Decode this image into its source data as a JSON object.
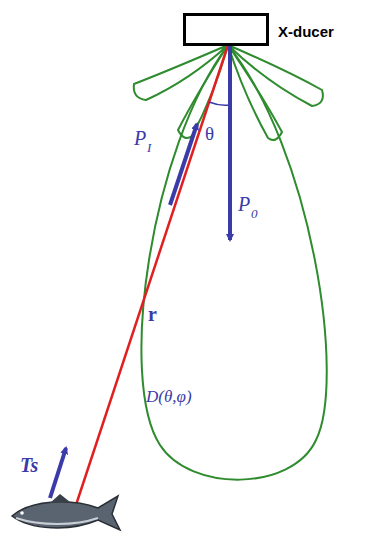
{
  "diagram": {
    "nodes": [
      {
        "text": [
          "X-ducer"
        ]
      }
    ],
    "labels": [
      "P",
      "I",
      "θ",
      "P",
      "0",
      "r",
      "D(θ,φ)",
      "Ts"
    ]
  }
}
